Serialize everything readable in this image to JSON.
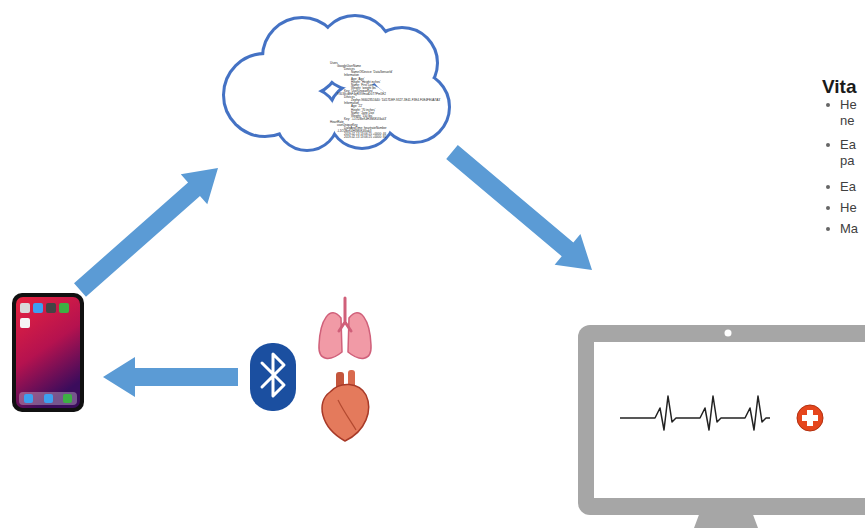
{
  "diagram": {
    "title": "Vita",
    "nodes": [
      {
        "text": [
          "Users",
          "GoogleUserName",
          "Devices",
          "NameOfDevice: 'DataSensorId'",
          "Information",
          "Age: 'Age'",
          "Height: 'Height inches'",
          "Name: 'First Last'",
          "Weight: 'weight lbs'",
          "Key: 'UserUniqueKey'",
          "YSLWcjdfhF4gRXVmsdDuT7Pm5E2",
          "Devices",
          "Zephyr-96602851640: 'D417DEF-9327-3E41-F3E4-F0E4FE0A7A3'",
          "Information",
          "Age: '22'",
          "Height: '70 inches'",
          "Name: 'Jane Doe'",
          "Weight: '150 lbs'",
          "Key: '-L1O2BeK4H3M0K4Gak3'",
          "HeartRate",
          "userUniqueKey",
          "DateAndTime: heartrateNumber",
          "-L1O2BeK4H3M0K4Gak3",
          "2019-02-13 13:06:25 +0000: 46",
          "2019-02-13 13:06:25 +0000: 80"
        ]
      }
    ],
    "labels": [
      "He ne",
      "Ea pa",
      "Ea",
      "He",
      "Ma"
    ]
  }
}
